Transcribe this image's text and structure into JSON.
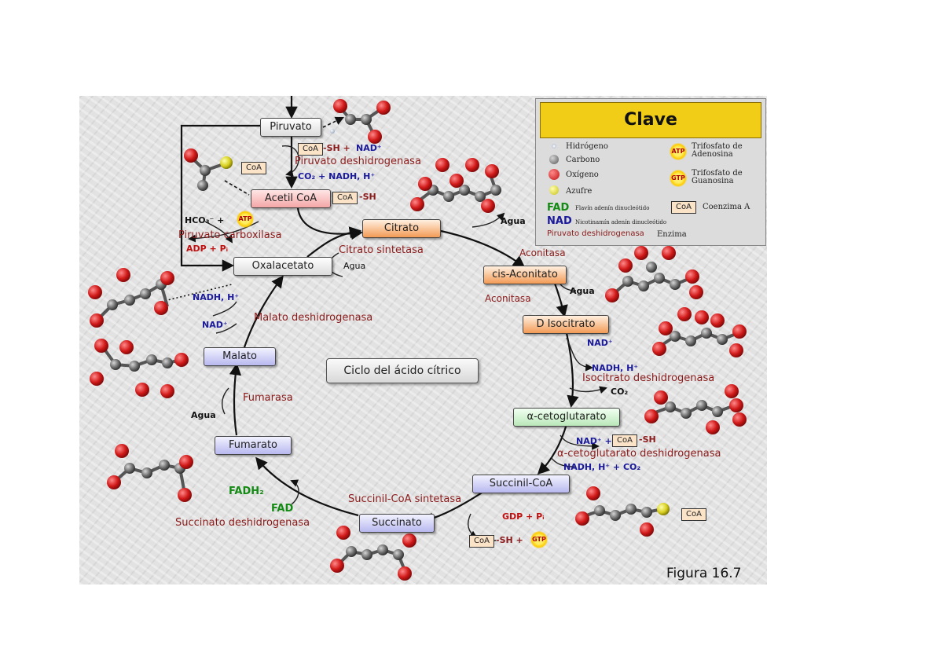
{
  "metabolites": {
    "piruvato": "Piruvato",
    "acetil_coa": "Acetil CoA",
    "citrato": "Citrato",
    "cis_aconitato": "cis-Aconitato",
    "d_isocitrato": "D Isocitrato",
    "alfa_cetoglutarato": "α-cetoglutarato",
    "succinil_coa": "Succinil-CoA",
    "succinato": "Succinato",
    "fumarato": "Fumarato",
    "malato": "Malato",
    "oxalacetato": "Oxalacetato"
  },
  "center_title": "Ciclo del ácido cítrico",
  "enzymes": {
    "piruvato_deshidrogenasa": "Piruvato deshidrogenasa",
    "piruvato_carboxilasa": "Piruvato carboxilasa",
    "citrato_sintetasa": "Citrato sintetasa",
    "aconitasa_1": "Aconitasa",
    "aconitasa_2": "Aconitasa",
    "isocitrato_deshidrogenasa": "Isocitrato deshidrogenasa",
    "alfa_cetoglutarato_deshidrogenasa": "α-cetoglutarato deshidrogenasa",
    "succinil_coa_sintetasa": "Succinil-CoA sintetasa",
    "succinato_deshidrogenasa": "Succinato deshidrogenasa",
    "fumarasa": "Fumarasa",
    "malato_deshidrogenasa": "Malato deshidrogenasa"
  },
  "cofactors": {
    "coa": "CoA",
    "sh": "-SH",
    "sh_plus": "-SH +",
    "nad_plus": "NAD⁺",
    "nadh_h": "NADH, H⁺",
    "co2_nadh": "CO₂ + NADH, H⁺",
    "nadh_h_co2": "NADH, H⁺ + CO₂",
    "nad_plus_plus": "NAD⁺ +",
    "co2": "CO₂",
    "agua": "Agua",
    "hco3": "HCO₃⁻ +",
    "atp": "ATP",
    "adp_pi": "ADP + Pᵢ",
    "gdp_pi": "GDP + Pᵢ",
    "gtp": "GTP",
    "fad": "FAD",
    "fadh2": "FADH₂"
  },
  "key": {
    "title": "Clave",
    "hidrogeno": "Hidrógeno",
    "carbono": "Carbono",
    "oxigeno": "Oxígeno",
    "azufre": "Azufre",
    "trifosfato_adenosina": "Trifosfato de\nAdenosina",
    "trifosfato_guanosina": "Trifosfato de\nGuanosina",
    "fad_abbr": "FAD",
    "fad_desc": "Flavín adenín dinucleótido",
    "nad_abbr": "NAD",
    "nad_desc": "Nicotinamín adenín dinucleótido",
    "coa_abbr": "CoA",
    "coa_desc": "Coenzima A",
    "enzyme_example": "Piruvato deshidrogenasa",
    "enzyme_desc": "Enzima",
    "atp_short": "ATP",
    "gtp_short": "GTP"
  },
  "figure_label": "Figura 16.7",
  "colors": {
    "enzyme": "#8b1a1a",
    "nad": "#1a1a9a",
    "fad": "#138a13",
    "oxygen_atom": "#d01818",
    "carbon_atom": "#6a6a6a",
    "key_title": "#f2cd18"
  }
}
